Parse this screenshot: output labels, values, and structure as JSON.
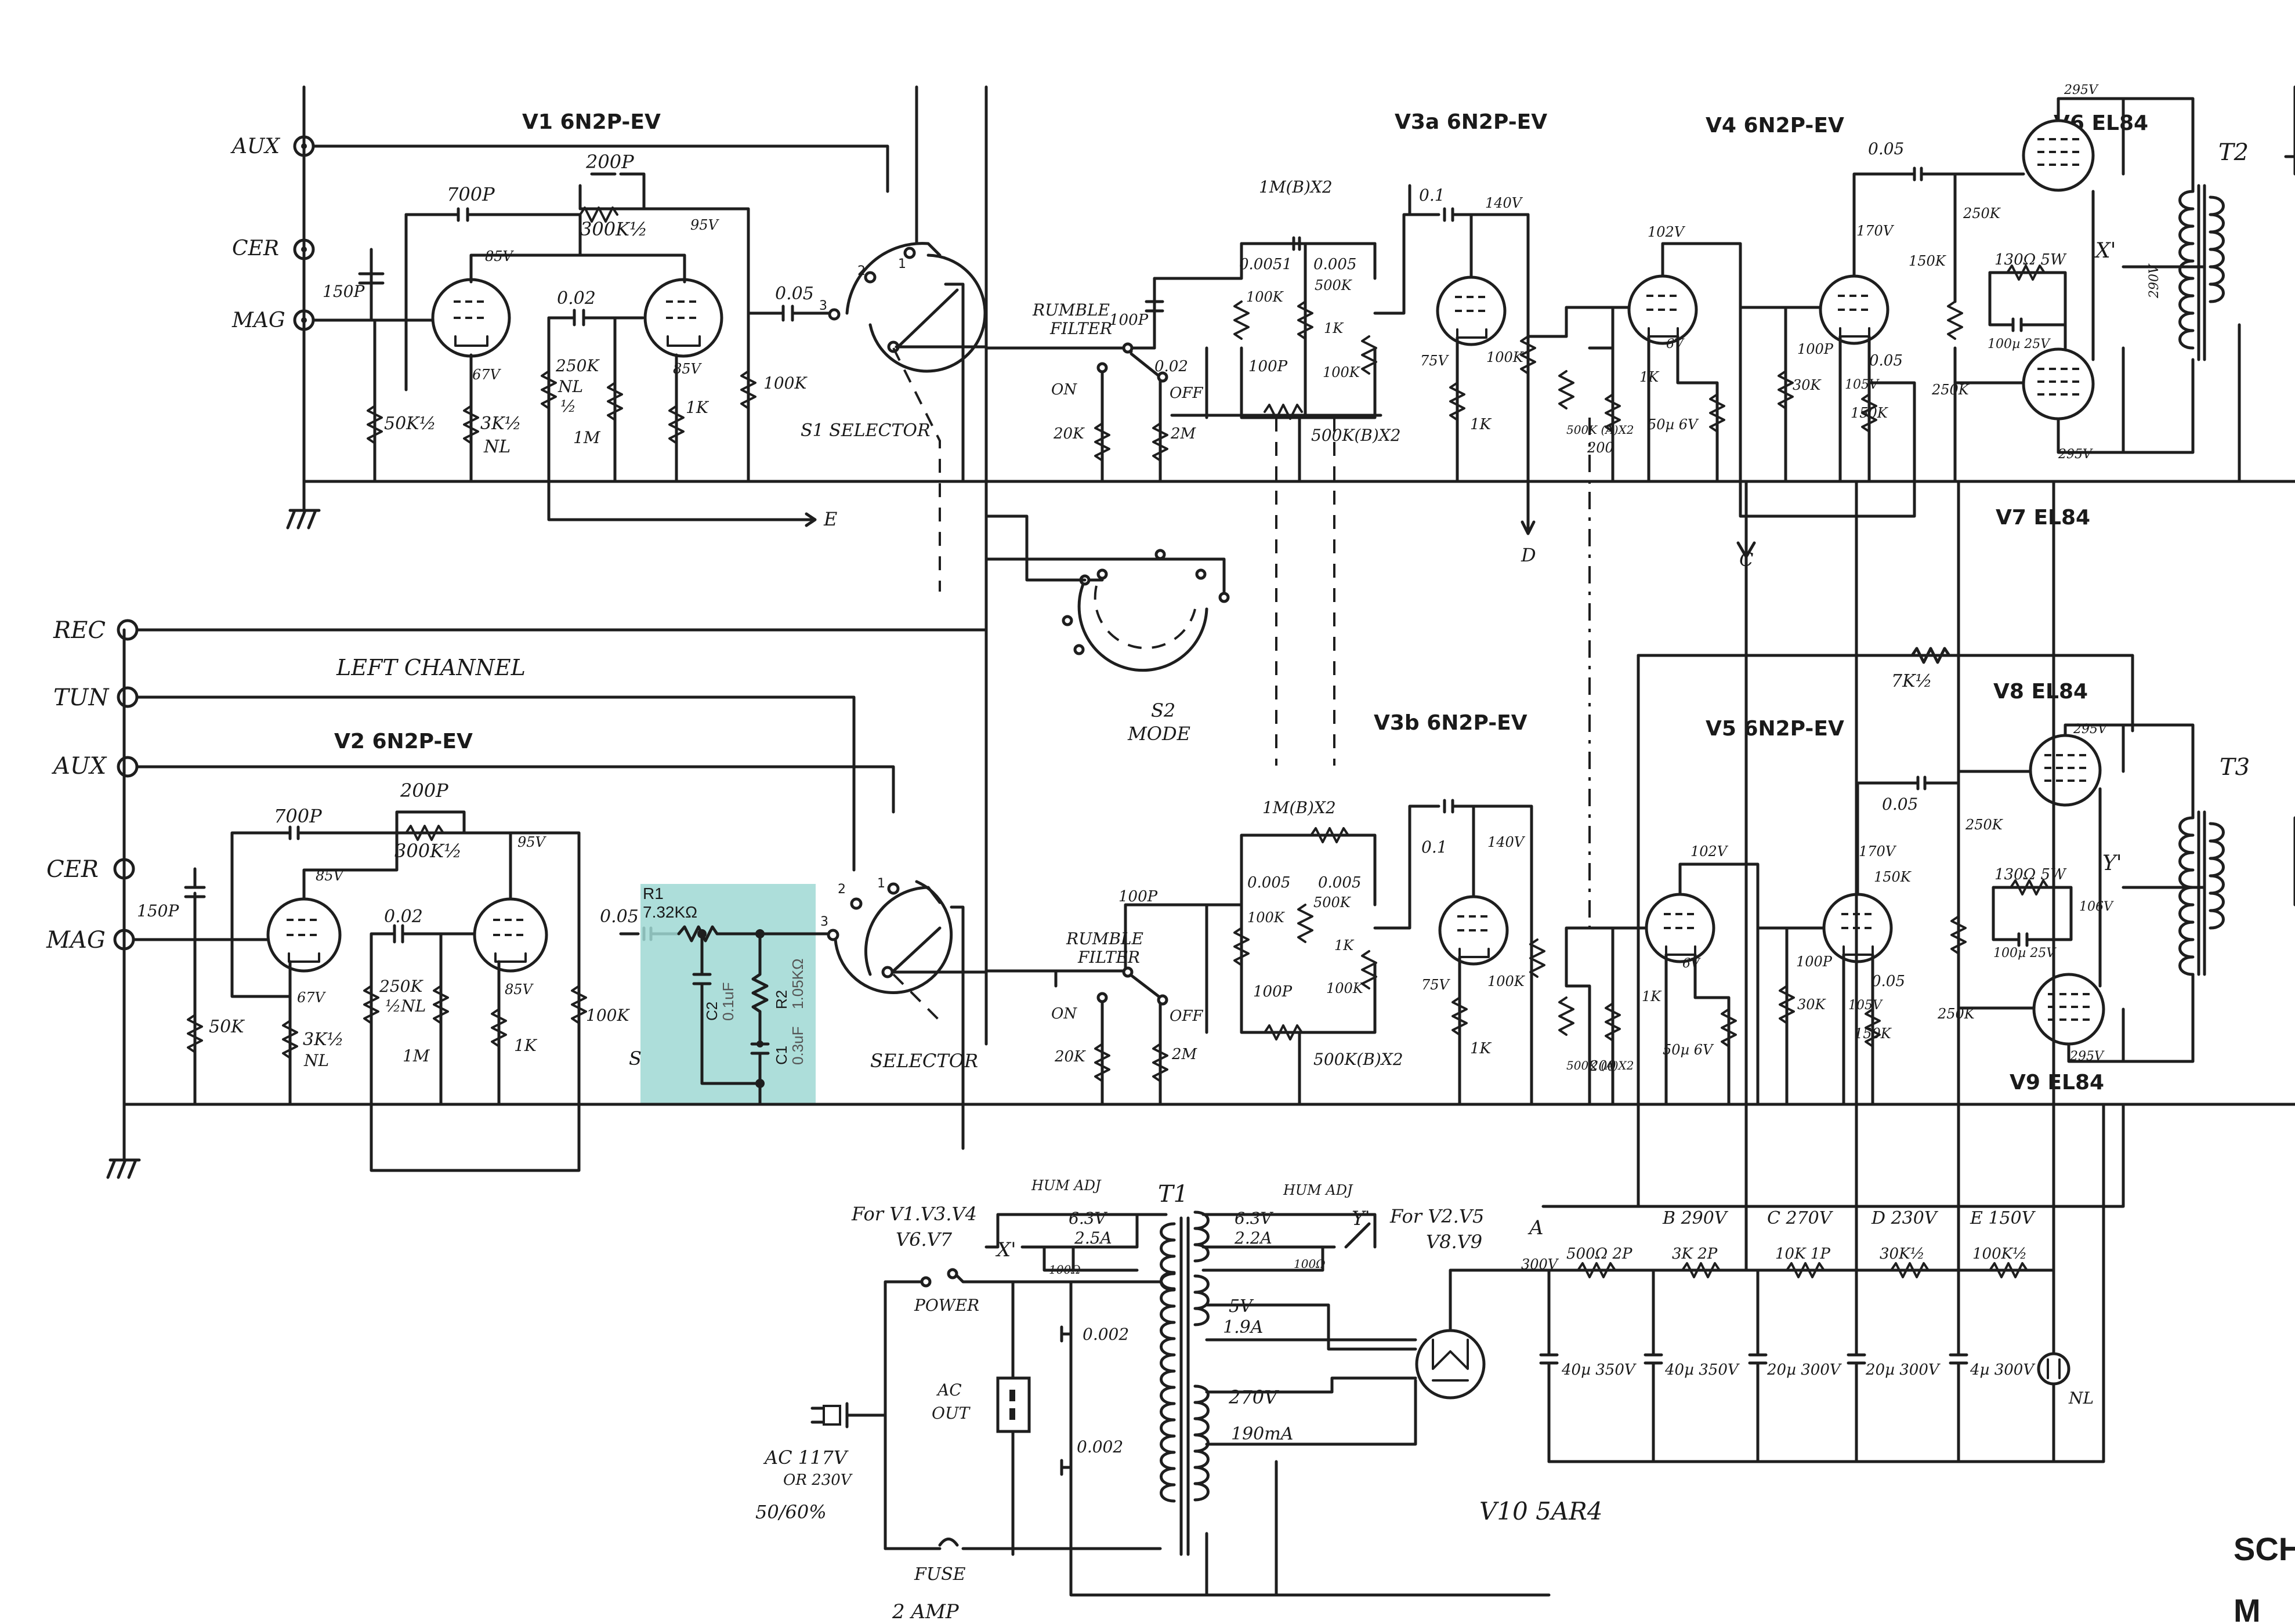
{
  "title_partial": {
    "line1": "SCH",
    "line2": "M"
  },
  "inputs_top": {
    "aux": "AUX",
    "cer": "CER",
    "mag": "MAG"
  },
  "inputs_bottom": {
    "rec": "REC",
    "tun": "TUN",
    "aux": "AUX",
    "cer": "CER",
    "mag": "MAG"
  },
  "channel_label": "LEFT CHANNEL",
  "tubes": {
    "v1": "V1 6N2P-EV",
    "v2": "V2 6N2P-EV",
    "v3a": "V3a 6N2P-EV",
    "v3b": "V3b 6N2P-EV",
    "v4": "V4 6N2P-EV",
    "v5": "V5 6N2P-EV",
    "v6": "V6 EL84",
    "v7": "V7 EL84",
    "v8": "V8 EL84",
    "v9": "V9 EL84",
    "v10": "V10 5AR4"
  },
  "switches": {
    "s1_top": "S1 SELECTOR",
    "s1_bottom": "SELECTOR",
    "s1_bottom_prefix": "S",
    "s2": "S2",
    "s2_mode": "MODE",
    "rumble": "RUMBLE",
    "filter": "FILTER",
    "on": "ON",
    "off": "OFF",
    "pos1": "1",
    "pos2": "2",
    "pos3": "3"
  },
  "transformers": {
    "t1": "T1",
    "t2": "T2",
    "t3": "T3"
  },
  "nodes": {
    "e": "E",
    "d": "D",
    "c": "C",
    "x_prime": "X'",
    "y_prime": "Y'",
    "a": "A"
  },
  "components_top": {
    "c150p": "150P",
    "r50k": "50K½",
    "r3k": "3K½",
    "nl": "NL",
    "c700p": "700P",
    "c200p": "200P",
    "r300k": "300K½",
    "v85": "85V",
    "v67": "67V",
    "v95": "95V",
    "v85b": "85V",
    "c002": "0.02",
    "r250k": "250K",
    "nl2": "NL",
    "half": "½",
    "r1m": "1M",
    "r1k": "1K",
    "c005": "0.05",
    "r100k": "100K"
  },
  "components_bottom": {
    "c150p": "150P",
    "r50k": "50K",
    "r3k": "3K½",
    "nl": "NL",
    "c700p": "700P",
    "c200p": "200P",
    "r300k": "300K½",
    "v85": "85V",
    "v67": "67V",
    "v95": "95V",
    "v85b": "85V",
    "c002": "0.02",
    "r250k": "250K",
    "nl2": "½NL",
    "r1m": "1M",
    "r1k": "1K",
    "c005": "0.05",
    "r100k": "100K"
  },
  "tone_top": {
    "r1mb": "1M(B)X2",
    "c01": "0.1",
    "v140": "140V",
    "c0051": "0.0051",
    "c005": "0.005",
    "r100k": "100K",
    "r500k": "500K",
    "r1k": "1K",
    "c100p": "100P",
    "c002": "0.02",
    "r20k": "20K",
    "r2m": "2M",
    "r500kb": "500K(B)X2",
    "v75": "75V",
    "r100kb": "100K",
    "r1kb": "1K",
    "r500ka": "500K (A)X2",
    "r200": "200",
    "c50u": "50µ 6V"
  },
  "tone_bottom": {
    "r1mb": "1M(B)X2",
    "c01": "0.1",
    "v140": "140V",
    "c0051": "0.005",
    "c005": "0.005",
    "r100k": "100K",
    "r500k": "500K",
    "r1k": "1K",
    "c100p": "100P",
    "r20k": "20K",
    "r2m": "2M",
    "r500kb": "500K(B)X2",
    "v75": "75V",
    "r100kb": "100K",
    "r1kb": "1K",
    "r500ka": "500K (A)X2",
    "r200": "200",
    "c50u": "50µ 6V"
  },
  "driver": {
    "v102": "102V",
    "v170": "170V",
    "c005": "0.05",
    "r250k": "250K",
    "r150k": "150K",
    "r1k": "1K",
    "c6v": "6V",
    "c100p": "100P",
    "r30k": "30K",
    "r105": "105V",
    "r130": "130Ω 5W",
    "c100u": "100µ 25V",
    "v295": "295V",
    "v290": "290V",
    "r7k": "7K½",
    "v106": "106V"
  },
  "highlight": {
    "r1_name": "R1",
    "r1_val": "7.32KΩ",
    "r2_name": "R2",
    "r2_val": "1.05KΩ",
    "c1_name": "C1",
    "c1_val": "0.3uF",
    "c2_name": "C2",
    "c2_val": "0.1uF"
  },
  "power": {
    "for_v1": "For V1.V3.V4",
    "v6v7": "V6.V7",
    "hum_adj1": "HUM ADJ",
    "hum_adj2": "HUM ADJ",
    "v63a": "6.3V",
    "a25": "2.5A",
    "v63b": "6.3V",
    "a22": "2.2A",
    "r100a": "100Ω",
    "r100b": "100Ω",
    "for_v2": "For V2.V5",
    "v8v9": "V8.V9",
    "power_sw": "POWER",
    "ac_out": "AC",
    "out": "OUT",
    "c0002a": "0.002",
    "c0002b": "0.002",
    "v5": "5V",
    "a19": "1.9A",
    "v270": "270V",
    "ma190": "190mA",
    "ac_in1": "AC 117V",
    "ac_in2": "OR 230V",
    "ac_in3": "50/60%",
    "fuse": "FUSE",
    "amp": "2 AMP",
    "b": "B 290V",
    "c": "C 270V",
    "d": "D 230V",
    "e": "E 150V",
    "v300": "300V",
    "r500": "500Ω 2P",
    "r3k": "3K 2P",
    "r10k": "10K 1P",
    "r30k": "30K½",
    "r100k": "100K½",
    "c40a": "40µ 350V",
    "c40b": "40µ 350V",
    "c20a": "20µ 300V",
    "c20b": "20µ 300V",
    "c4": "4µ 300V",
    "nl": "NL"
  }
}
